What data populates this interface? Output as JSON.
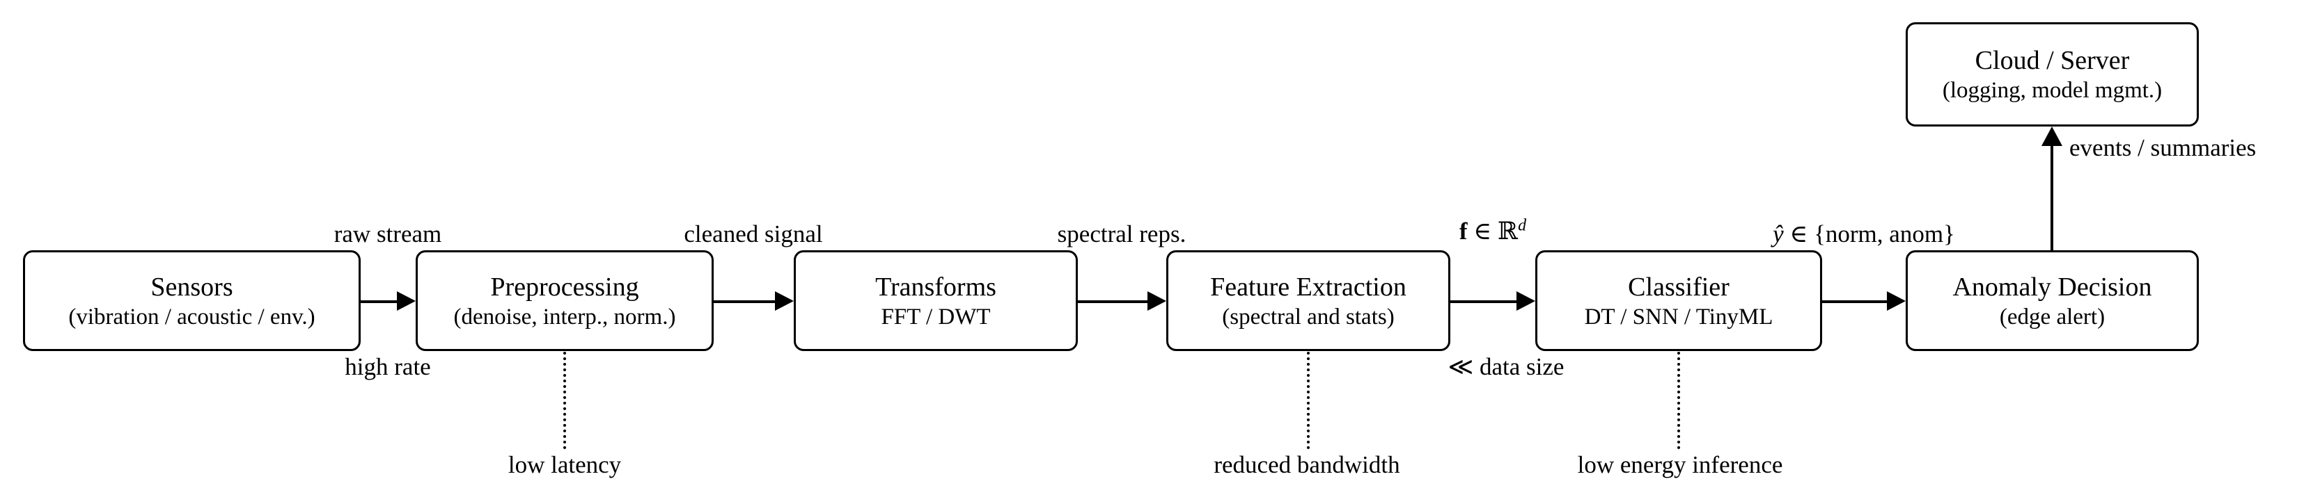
{
  "diagram": {
    "nodes": [
      {
        "id": "sensors",
        "title": "Sensors",
        "subtitle": "(vibration / acoustic / env.)"
      },
      {
        "id": "preprocessing",
        "title": "Preprocessing",
        "subtitle": "(denoise, interp., norm.)"
      },
      {
        "id": "transforms",
        "title": "Transforms",
        "subtitle": "FFT / DWT"
      },
      {
        "id": "feature-extraction",
        "title": "Feature Extraction",
        "subtitle": "(spectral and stats)"
      },
      {
        "id": "classifier",
        "title": "Classifier",
        "subtitle": "DT / SNN / TinyML"
      },
      {
        "id": "anomaly-decision",
        "title": "Anomaly Decision",
        "subtitle": "(edge alert)"
      },
      {
        "id": "cloud-server",
        "title": "Cloud / Server",
        "subtitle": "(logging, model mgmt.)"
      }
    ],
    "edges": [
      {
        "from": "sensors",
        "to": "preprocessing",
        "label_above": "raw stream",
        "label_below": "high rate"
      },
      {
        "from": "preprocessing",
        "to": "transforms",
        "label_above": "cleaned signal"
      },
      {
        "from": "transforms",
        "to": "feature-extraction",
        "label_above": "spectral reps."
      },
      {
        "from": "feature-extraction",
        "to": "classifier",
        "math_f": "f",
        "math_mid": " ∈ ℝ",
        "math_sup": "d",
        "label_below": "≪ data size"
      },
      {
        "from": "classifier",
        "to": "anomaly-decision",
        "math_yhat": "ŷ",
        "math_rest": " ∈ {norm, anom}"
      },
      {
        "from": "anomaly-decision",
        "to": "cloud-server",
        "label_right": "events / summaries"
      }
    ],
    "annotations": [
      {
        "target": "preprocessing",
        "label": "low latency"
      },
      {
        "target": "feature-extraction",
        "label": "reduced bandwidth"
      },
      {
        "target": "classifier",
        "label": "low energy inference"
      }
    ],
    "colors": {
      "ink": "#000000",
      "background": "#ffffff"
    }
  }
}
